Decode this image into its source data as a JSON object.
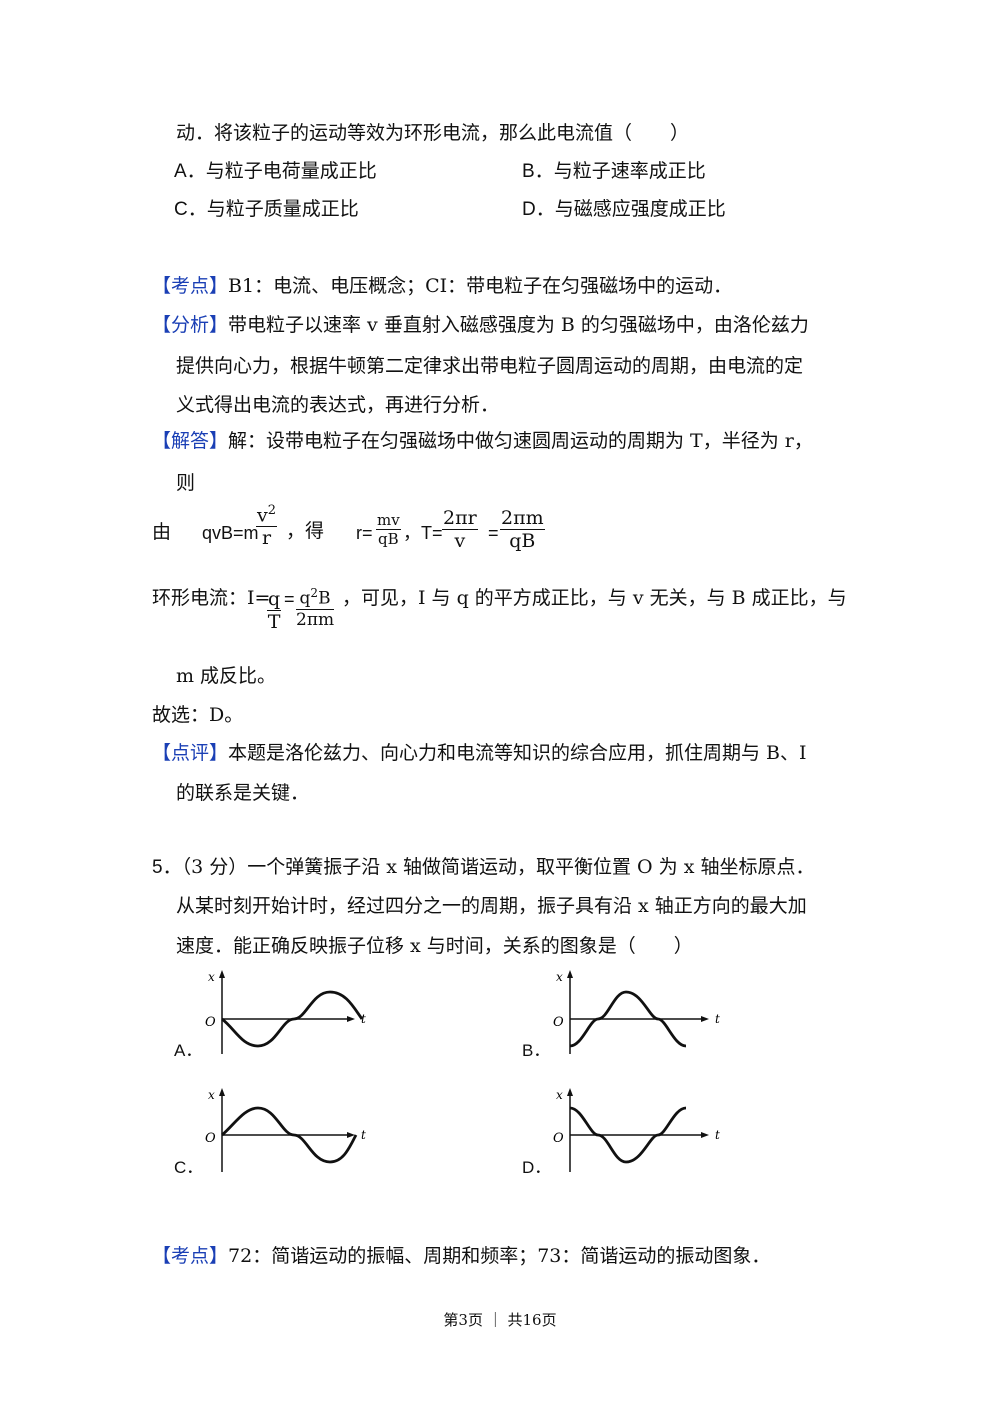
{
  "q4": {
    "stem_cont": "动．将该粒子的运动等效为环形电流，那么此电流值（　　）",
    "options": [
      {
        "letter": "A．",
        "text": "与粒子电荷量成正比"
      },
      {
        "letter": "B．",
        "text": "与粒子速率成正比"
      },
      {
        "letter": "C．",
        "text": "与粒子质量成正比"
      },
      {
        "letter": "D．",
        "text": "与磁感应强度成正比"
      }
    ],
    "kaodian_tag": "【考点】",
    "kaodian_text": "B1：电流、电压概念；CI：带电粒子在匀强磁场中的运动．",
    "fenxi_tag": "【分析】",
    "fenxi_lines": [
      "带电粒子以速率 v 垂直射入磁感强度为 B 的匀强磁场中，由洛伦兹力",
      "提供向心力，根据牛顿第二定律求出带电粒子圆周运动的周期，由电流的定",
      "义式得出电流的表达式，再进行分析．"
    ],
    "jieda_tag": "【解答】",
    "jieda_line1": "解：设带电粒子在匀强磁场中做匀速圆周运动的周期为 T，半径为 r，",
    "jieda_line2": "则",
    "eq1": {
      "you": "由",
      "lhs": "qvB=m",
      "f1_num": "v",
      "f1_sup": "2",
      "f1_den": "r",
      "de": "，得",
      "r_eq": "r=",
      "f2_num": "mv",
      "f2_den": "qB",
      "t_eq": "，T=",
      "f3_num": "2πr",
      "f3_den": "v",
      "eq": "=",
      "f4_num": "2πm",
      "f4_den": "qB"
    },
    "eq2": {
      "prefix": "环形电流：I=",
      "f1_num": "q",
      "f1_den": "T",
      "eq": "=",
      "f2_num": "q",
      "f2_sup": "2",
      "f2_numb": "B",
      "f2_den": "2πm",
      "suffix": "，可见，I 与 q 的平方成正比，与 v 无关，与 B 成正比，与"
    },
    "eq2_cont": "m 成反比。",
    "guxuan": "故选：D。",
    "dianping_tag": "【点评】",
    "dianping_lines": [
      "本题是洛伦兹力、向心力和电流等知识的综合应用，抓住周期与 B、I",
      "的联系是关键．"
    ]
  },
  "q5": {
    "num": "5．",
    "stem_lines": [
      "（3 分）一个弹簧振子沿 x 轴做简谐运动，取平衡位置 O 为 x 轴坐标原点．",
      "从某时刻开始计时，经过四分之一的周期，振子具有沿 x 轴正方向的最大加",
      "速度．能正确反映振子位移 x 与时间，关系的图象是（　　）"
    ],
    "graph_axis": {
      "x": "x",
      "o": "O",
      "t": "t"
    },
    "graph_letters": [
      "A．",
      "B．",
      "C．",
      "D．"
    ],
    "kaodian_tag": "【考点】",
    "kaodian_text": "72：简谐运动的振幅、周期和频率；73：简谐运动的振动图象．"
  },
  "footer": "第3页 ｜ 共16页"
}
